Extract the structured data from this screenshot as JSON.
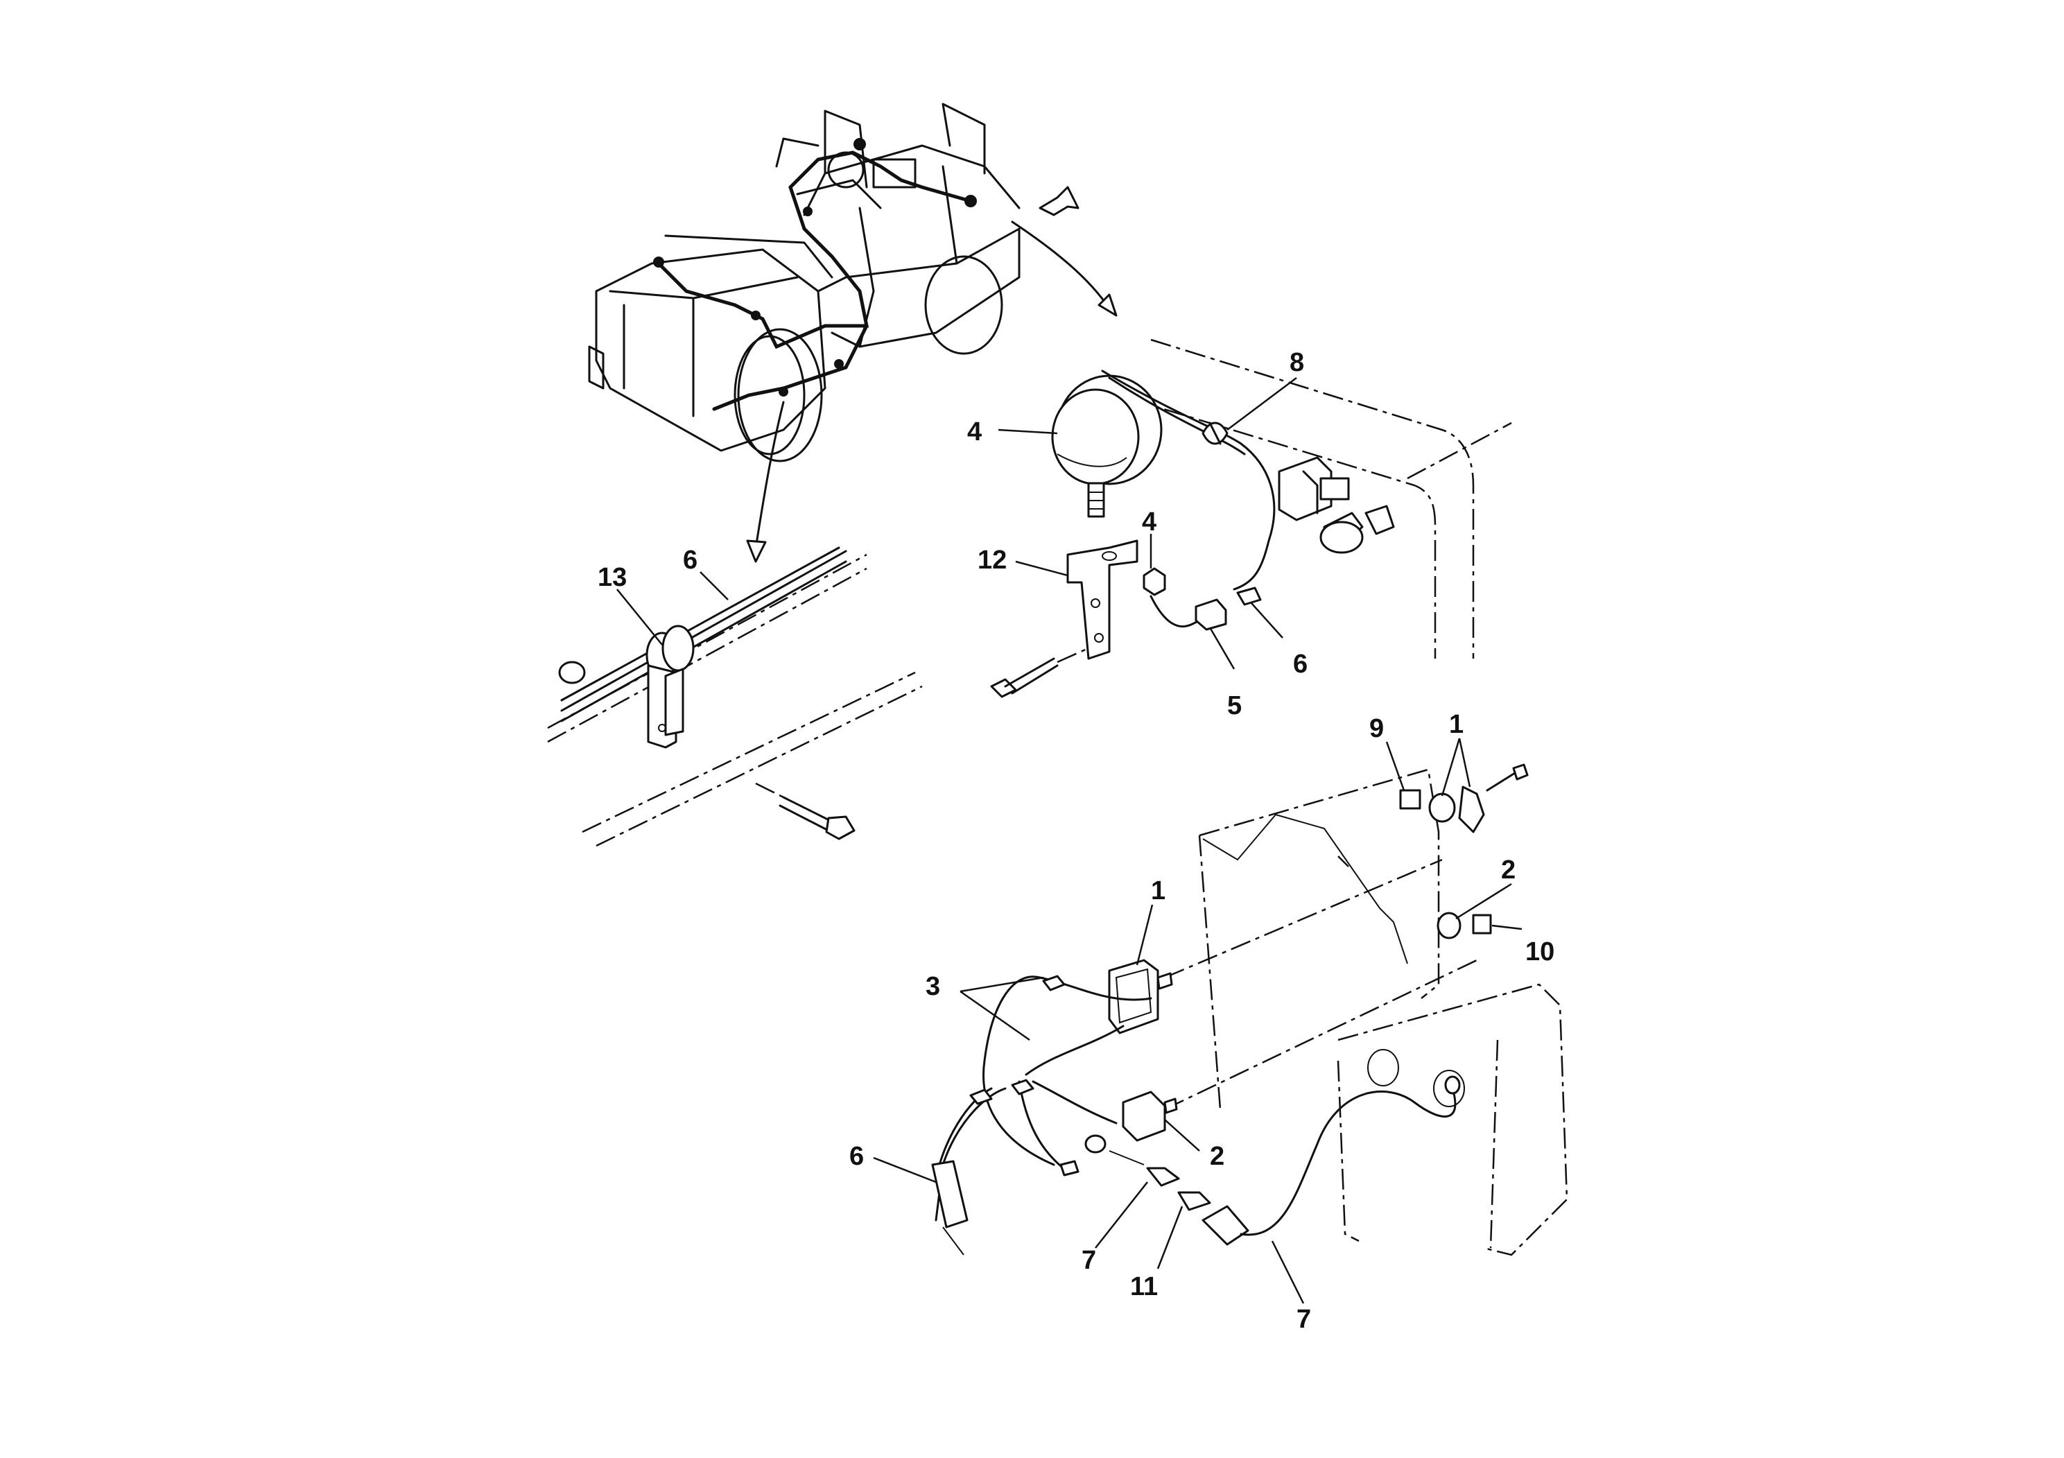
{
  "callouts": {
    "top_gauge": {
      "n4": "4",
      "n8": "8",
      "n12": "12",
      "n4b": "4",
      "n5": "5",
      "n6": "6"
    },
    "left_clamp": {
      "n13": "13",
      "n6": "6"
    },
    "bottom_panel": {
      "n9": "9",
      "n1a": "1",
      "n1b": "1",
      "n2a": "2",
      "n10": "10",
      "n3": "3",
      "n2b": "2",
      "n6": "6",
      "n7a": "7",
      "n11": "11",
      "n7b": "7"
    }
  }
}
